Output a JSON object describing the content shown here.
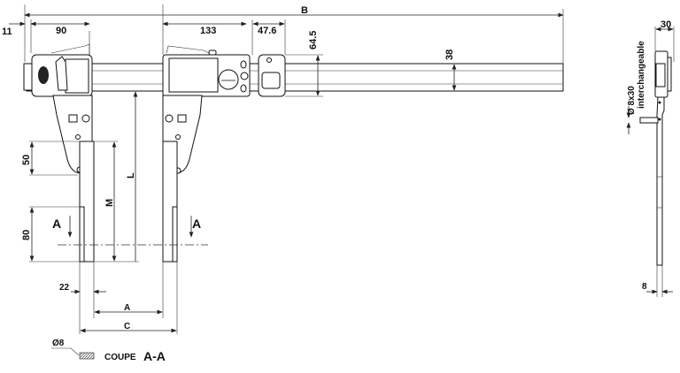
{
  "dimensions": {
    "offset_left": "11",
    "jaw_width_left": "90",
    "overall_length": "B",
    "slider_length": "133",
    "head_length": "47.6",
    "height_total": "64.5",
    "beam_height": "38",
    "side_width": "30",
    "tip_diameter": "Ø 8x30",
    "tip_note": "interchangeable",
    "upper_section": "50",
    "tip_section": "80",
    "depth_m": "M",
    "depth_l": "L",
    "section_mark": "A",
    "tip_offset": "22",
    "inner_span": "A",
    "outer_span": "C",
    "rod_thickness": "8",
    "section_diameter": "Ø8"
  },
  "section_label": {
    "prefix": "COUPE",
    "name": "A-A"
  }
}
